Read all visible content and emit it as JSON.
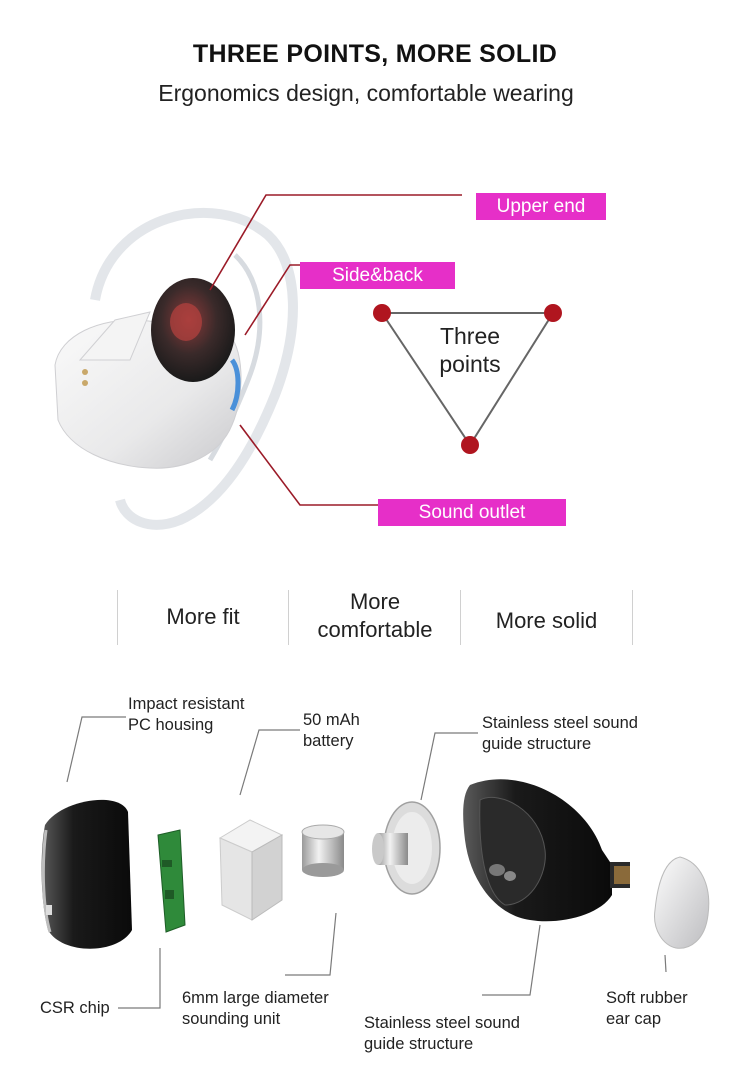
{
  "header": {
    "title": "THREE POINTS, MORE SOLID",
    "subtitle": "Ergonomics design, comfortable wearing"
  },
  "fit_diagram": {
    "tags": {
      "upper_end": "Upper end",
      "side_back": "Side&back",
      "sound_outlet": "Sound outlet"
    },
    "triangle_label_line1": "Three",
    "triangle_label_line2": "points",
    "colors": {
      "tag": "#e62fc8",
      "leader": "#9b1b28",
      "point": "#b0151f"
    }
  },
  "features": [
    {
      "line1": "More fit",
      "line2": ""
    },
    {
      "line1": "More",
      "line2": "comfortable"
    },
    {
      "line1": "More solid",
      "line2": ""
    }
  ],
  "exploded_view": {
    "labels": {
      "housing_1": "Impact resistant",
      "housing_2": "PC housing",
      "battery_1": "50 mAh",
      "battery_2": "battery",
      "steel_top_1": "Stainless steel sound",
      "steel_top_2": "guide structure",
      "csr": "CSR chip",
      "unit_1": "6mm large diameter",
      "unit_2": "sounding unit",
      "steel_bottom_1": "Stainless steel sound",
      "steel_bottom_2": "guide structure",
      "cap_1": "Soft rubber",
      "cap_2": "ear cap"
    }
  }
}
